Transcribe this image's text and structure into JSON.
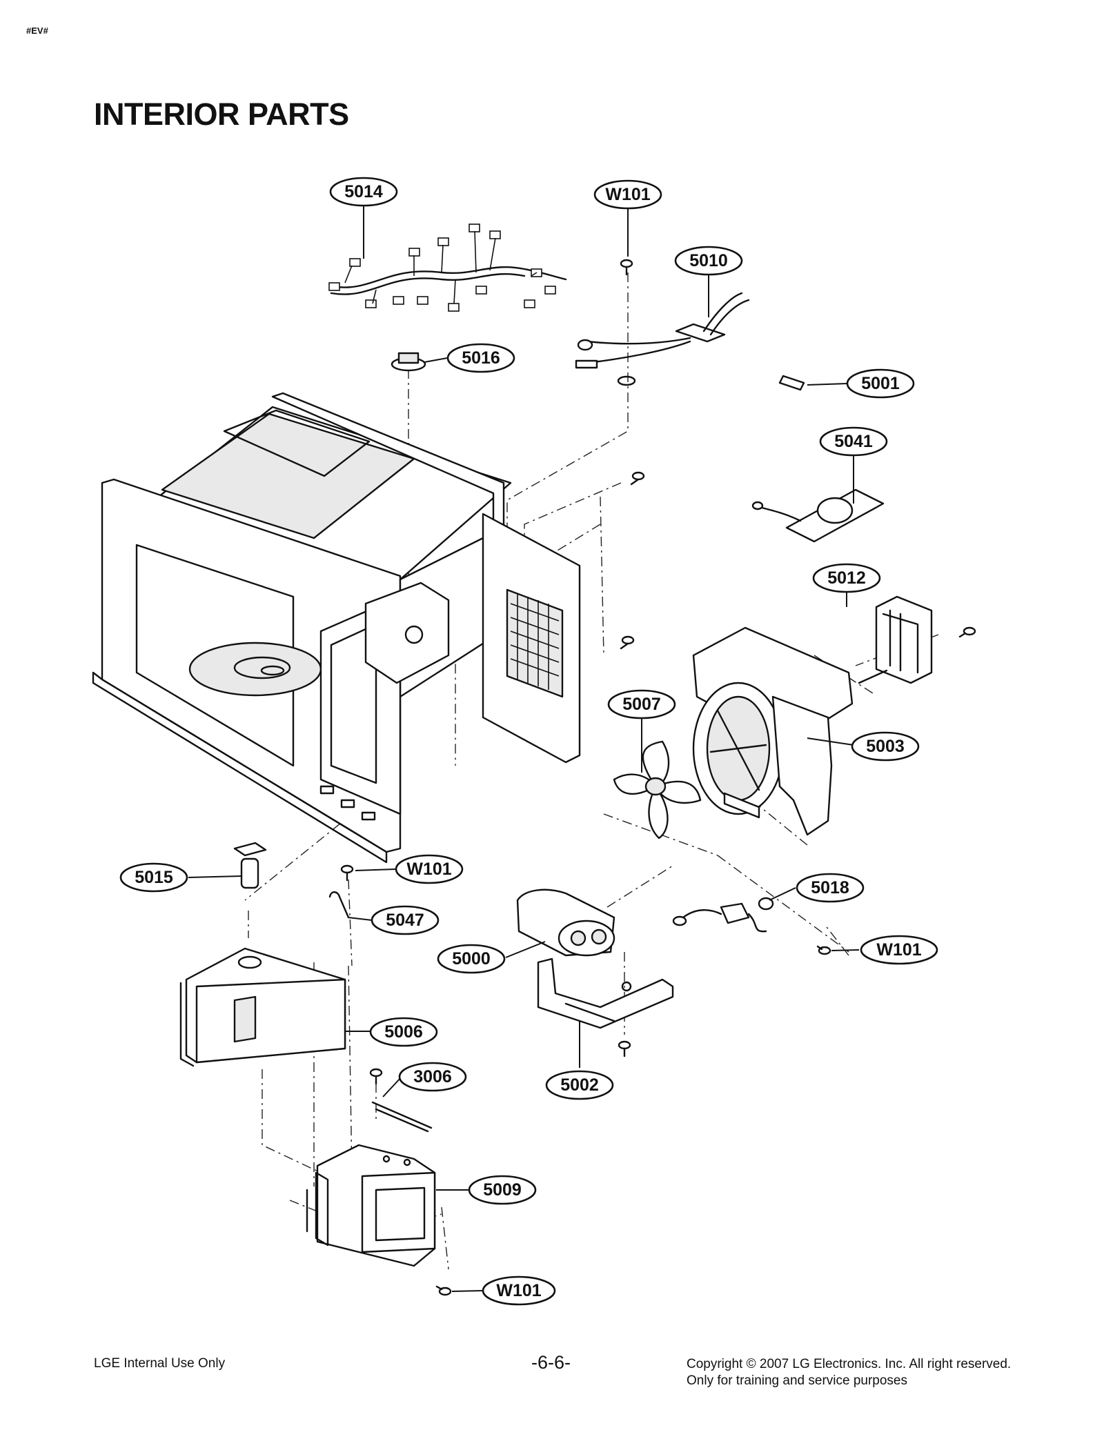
{
  "page": {
    "tag": "#EV#",
    "title": "INTERIOR PARTS",
    "footer_left": "LGE Internal Use Only",
    "footer_page": "-6-6-",
    "copyright_line1": "Copyright © 2007 LG Electronics. Inc. All right reserved.",
    "copyright_line2": "Only for training and service purposes"
  },
  "callouts": [
    {
      "id": "c5014",
      "label": "5014"
    },
    {
      "id": "cW101a",
      "label": "W101"
    },
    {
      "id": "c5010",
      "label": "5010"
    },
    {
      "id": "c5016",
      "label": "5016"
    },
    {
      "id": "c5001",
      "label": "5001"
    },
    {
      "id": "c5041",
      "label": "5041"
    },
    {
      "id": "c5012",
      "label": "5012"
    },
    {
      "id": "c5007",
      "label": "5007"
    },
    {
      "id": "c5003",
      "label": "5003"
    },
    {
      "id": "c5015",
      "label": "5015"
    },
    {
      "id": "cW101b",
      "label": "W101"
    },
    {
      "id": "c5047",
      "label": "5047"
    },
    {
      "id": "c5018",
      "label": "5018"
    },
    {
      "id": "cW101c",
      "label": "W101"
    },
    {
      "id": "c5000",
      "label": "5000"
    },
    {
      "id": "c5006",
      "label": "5006"
    },
    {
      "id": "c3006",
      "label": "3006"
    },
    {
      "id": "c5002",
      "label": "5002"
    },
    {
      "id": "c5009",
      "label": "5009"
    },
    {
      "id": "cW101d",
      "label": "W101"
    }
  ]
}
